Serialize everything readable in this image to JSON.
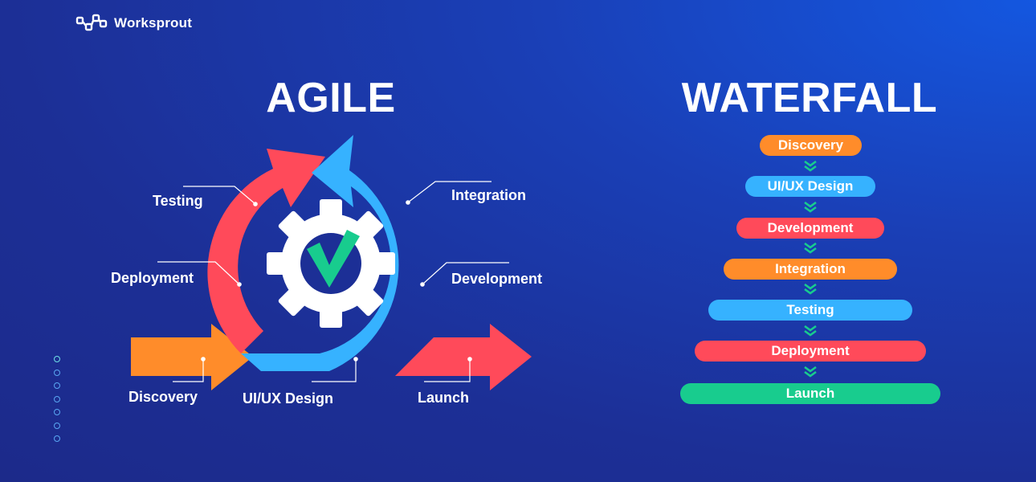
{
  "brand": {
    "name": "Worksprout"
  },
  "agile": {
    "title": "AGILE",
    "labels": {
      "testing": "Testing",
      "deployment": "Deployment",
      "discovery": "Discovery",
      "uiux": "UI/UX Design",
      "launch": "Launch",
      "integration": "Integration",
      "development": "Development"
    }
  },
  "waterfall": {
    "title": "WATERFALL",
    "steps": [
      "Discovery",
      "UI/UX Design",
      "Development",
      "Integration",
      "Testing",
      "Deployment",
      "Launch"
    ]
  },
  "colors": {
    "orange": "#ff8c2a",
    "light_blue": "#36b2ff",
    "red": "#ff4a5a",
    "green": "#18cc8e",
    "gear": "#ffffff"
  }
}
